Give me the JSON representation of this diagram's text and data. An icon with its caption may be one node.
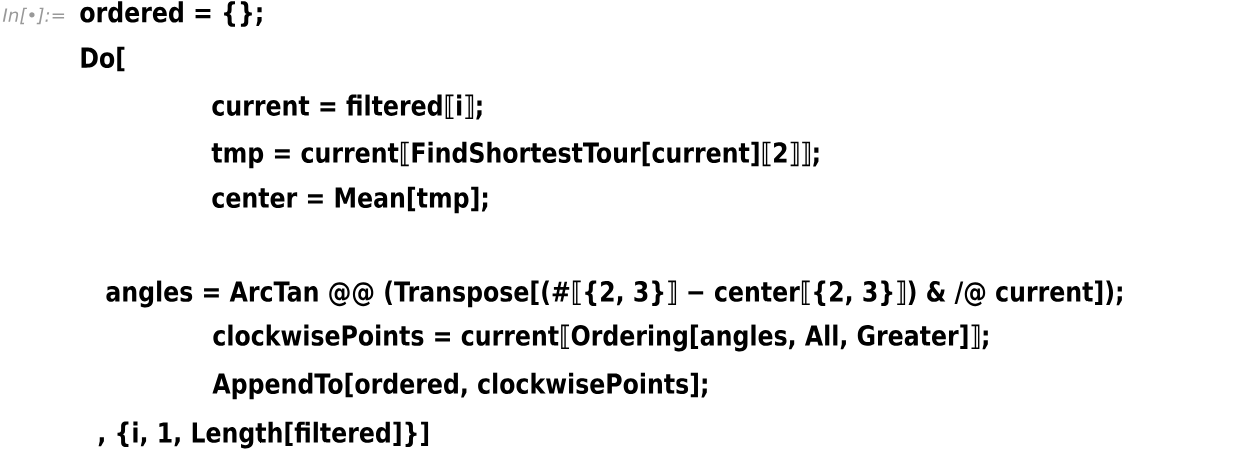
{
  "diagram": {
    "labels": [
      "In[•]:=",
      "ordered = {};",
      "Do[",
      "current = filtered⟦i⟧;",
      "tmp = current⟦FindShortestTour[current]⟦2⟧⟧;",
      "center = Mean[tmp];",
      "angles = ArcTan @@ (Transpose[(#⟦{2, 3}⟧ − center⟦{2, 3}⟧) & /@ current]);",
      "clockwisePoints = current⟦Ordering[angles, All, Greater]⟧;",
      "AppendTo[ordered, clockwisePoints];",
      ", {i, 1, Length[filtered]}]"
    ]
  }
}
